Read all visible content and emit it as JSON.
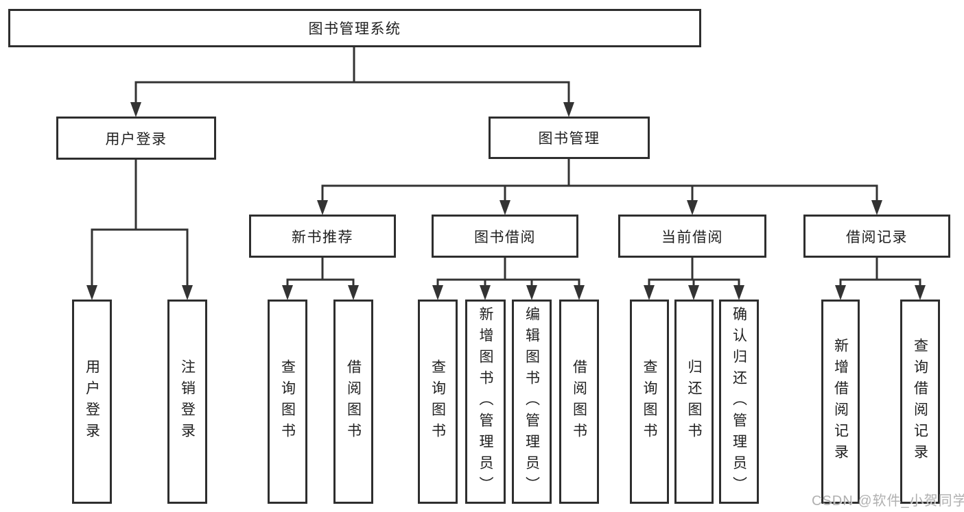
{
  "diagram": {
    "root": {
      "label": "图书管理系统"
    },
    "level2": [
      {
        "label": "用户登录"
      },
      {
        "label": "图书管理"
      }
    ],
    "level3": [
      {
        "label": "新书推荐"
      },
      {
        "label": "图书借阅"
      },
      {
        "label": "当前借阅"
      },
      {
        "label": "借阅记录"
      }
    ],
    "leaves": {
      "user_login": [
        "用户登录",
        "注销登录"
      ],
      "new_book_recommend": [
        "查询图书",
        "借阅图书"
      ],
      "book_borrow": [
        "查询图书",
        "新增图书（管理员）",
        "编辑图书（管理员）",
        "借阅图书"
      ],
      "current_borrow": [
        "查询图书",
        "归还图书",
        "确认归还（管理员）"
      ],
      "borrow_records": [
        "新增借阅记录",
        "查询借阅记录"
      ]
    }
  },
  "watermark": "CSDN @软件_小贺同学",
  "colors": {
    "line": "#333333",
    "border": "#2e2e2e",
    "text": "#1f1f1f",
    "watermark": "#a3a3a3",
    "background": "#ffffff"
  }
}
